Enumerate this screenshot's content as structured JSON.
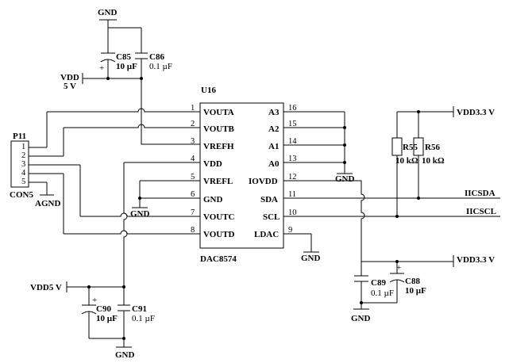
{
  "u16": {
    "ref": "U16",
    "part": "DAC8574",
    "left_pins": [
      {
        "num": "1",
        "name": "VOUTA"
      },
      {
        "num": "2",
        "name": "VOUTB"
      },
      {
        "num": "3",
        "name": "VREFH"
      },
      {
        "num": "4",
        "name": "VDD"
      },
      {
        "num": "5",
        "name": "VREFL"
      },
      {
        "num": "6",
        "name": "GND"
      },
      {
        "num": "7",
        "name": "VOUTC"
      },
      {
        "num": "8",
        "name": "VOUTD"
      }
    ],
    "right_pins": [
      {
        "num": "16",
        "name": "A3"
      },
      {
        "num": "15",
        "name": "A2"
      },
      {
        "num": "14",
        "name": "A1"
      },
      {
        "num": "13",
        "name": "A0"
      },
      {
        "num": "12",
        "name": "IOVDD"
      },
      {
        "num": "11",
        "name": "SDA"
      },
      {
        "num": "10",
        "name": "SCL"
      },
      {
        "num": "9",
        "name": "LDAC"
      }
    ]
  },
  "p11": {
    "ref": "P11",
    "part": "CON5",
    "pins": [
      "1",
      "2",
      "3",
      "4",
      "5"
    ]
  },
  "c85": {
    "ref": "C85",
    "value": "10 µF",
    "polarity": "+"
  },
  "c86": {
    "ref": "C86",
    "value": "0.1 µF"
  },
  "c90": {
    "ref": "C90",
    "value": "10 µF",
    "polarity": "+"
  },
  "c91": {
    "ref": "C91",
    "value": "0.1 µF"
  },
  "c89": {
    "ref": "C89",
    "value": "0.1 µF"
  },
  "c88": {
    "ref": "C88",
    "value": "10 µF",
    "polarity": "+"
  },
  "r55": {
    "ref": "R55",
    "value": "10 kΩ"
  },
  "r56": {
    "ref": "R56",
    "value": "10 kΩ"
  },
  "nets": {
    "gnd": "GND",
    "agnd": "AGND",
    "vdd": "VDD",
    "vdd_5v": "5 V",
    "vdd5v": "VDD5 V",
    "vdd33_top": "VDD3.3 V",
    "vdd33_bottom": "VDD3.3 V",
    "iicsda": "IICSDA",
    "iicscl": "IICSCL"
  }
}
